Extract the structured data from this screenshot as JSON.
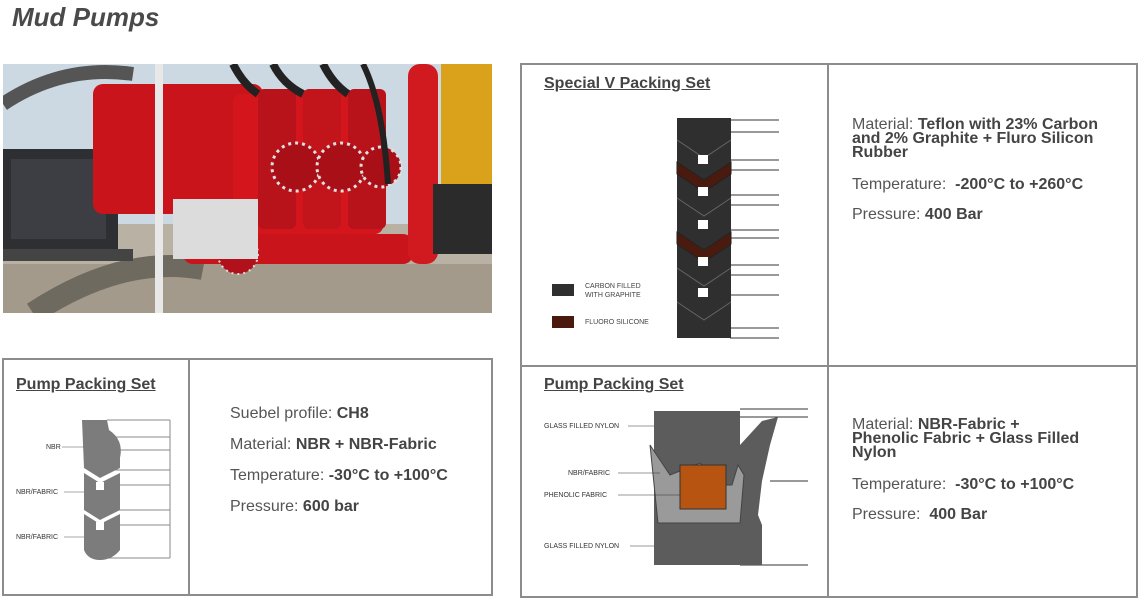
{
  "page": {
    "title": "Mud Pumps"
  },
  "pump_packing_left": {
    "heading": "Pump Packing Set",
    "labels": {
      "nbr": "NBR",
      "nbr_fabric_1": "NBR/FABRIC",
      "nbr_fabric_2": "NBR/FABRIC"
    },
    "specs": {
      "profile_label": "Suebel profile:",
      "profile_value": "CH8",
      "material_label": "Material:",
      "material_value": "NBR + NBR-Fabric",
      "temperature_label": "Temperature:",
      "temperature_value": "-30°C to +100°C",
      "pressure_label": "Pressure:",
      "pressure_value": "600 bar"
    }
  },
  "special_v": {
    "heading": "Special V Packing Set",
    "legend": {
      "carbon_line1": "CARBON FILLED",
      "carbon_line2": "WITH GRAPHITE",
      "fluoro": "FLUORO SILICONE"
    },
    "colors": {
      "carbon": "#2f2f2f",
      "fluoro": "#4a1a0f"
    },
    "specs": {
      "material_label": "Material:",
      "material_line1": "Teflon with 23% Carbon",
      "material_line2": "and 2% Graphite + Fluro Silicon",
      "material_line3": "Rubber",
      "temperature_label": "Temperature:",
      "temperature_value": "-200°C to +260°C",
      "pressure_label": "Pressure:",
      "pressure_value": "400 Bar"
    }
  },
  "pump_packing_right": {
    "heading": "Pump Packing Set",
    "labels": {
      "gfn_top": "GLASS FILLED NYLON",
      "nbr_fabric": "NBR/FABRIC",
      "phenolic": "PHENOLIC FABRIC",
      "gfn_bottom": "GLASS FILLED NYLON"
    },
    "colors": {
      "nylon": "#5c5c5c",
      "phenolic": "#b85412"
    },
    "specs": {
      "material_label": "Material:",
      "material_line1": "NBR-Fabric +",
      "material_line2": "Phenolic Fabric + Glass Filled",
      "material_line3": "Nylon",
      "temperature_label": "Temperature:",
      "temperature_value": "-30°C to +100°C",
      "pressure_label": "Pressure:",
      "pressure_value": "400 Bar"
    }
  }
}
